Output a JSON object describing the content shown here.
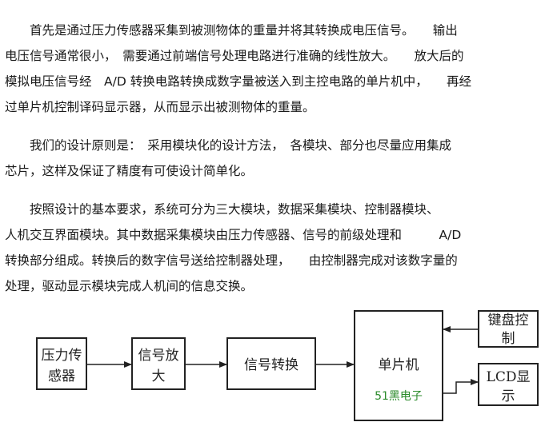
{
  "paragraphs": [
    {
      "lines": [
        "　　首先是通过压力传感器采集到被测物体的重量并将其转换成电压信号。　　输出",
        "电压信号通常很小，　需要通过前端信号处理电路进行准确的线性放大。　　放大后的",
        "模拟电压信号经　A/D 转换电路转换成数字量被送入到主控电路的单片机中，　　再经",
        "过单片机控制译码显示器，从而显示出被测物体的重量。"
      ]
    },
    {
      "lines": [
        "　　我们的设计原则是：　采用模块化的设计方法，　各模块、部分也尽量应用集成",
        "芯片，这样及保证了精度有可使设计简单化。"
      ]
    },
    {
      "lines": [
        "　　按照设计的基本要求，系统可分为三大模块，数据采集模块、控制器模块、",
        "人机交互界面模块。其中数据采集模块由压力传感器、信号的前级处理和　　　A/D",
        "转换部分组成。转换后的数字信号送给控制器处理，　　由控制器完成对该数字量的",
        "处理，驱动显示模块完成人机间的信息交换。"
      ]
    }
  ],
  "diagram": {
    "blocks": {
      "sensor": [
        "压力传",
        "感器"
      ],
      "amplifier": [
        "信号放",
        "大"
      ],
      "converter": [
        "信号转换"
      ],
      "mcu": [
        "单片机"
      ],
      "keyboard": [
        "键盘控",
        "制"
      ],
      "lcd": [
        "LCD显",
        "示"
      ]
    },
    "watermark": "51黑电子"
  }
}
